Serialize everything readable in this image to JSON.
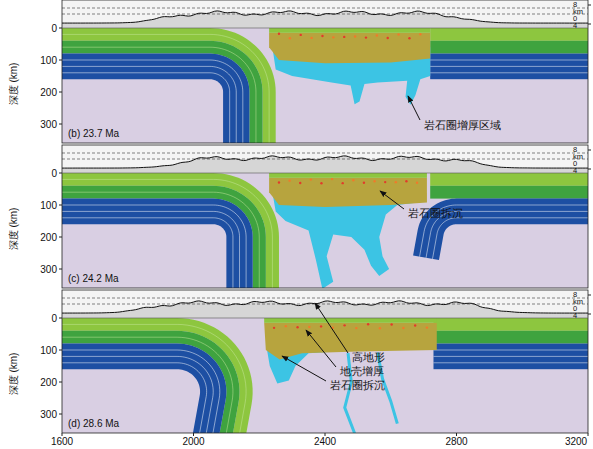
{
  "diagram": {
    "labels": [
      "8",
      "km",
      "0",
      "4",
      "0",
      "100",
      "200",
      "300",
      "深度 (km)",
      "(b) 23.7 Ma",
      "岩石圈增厚区域",
      "8",
      "km",
      "0",
      "4",
      "0",
      "100",
      "200",
      "300",
      "深度 (km)",
      "(c) 24.2 Ma",
      "岩石圈拆沉",
      "8",
      "km",
      "0",
      "4",
      "0",
      "100",
      "200",
      "300",
      "深度 (km)",
      "(d) 28.6 Ma",
      "高地形",
      "地壳增厚",
      "岩石圈拆沉",
      "1600",
      "2000",
      "2400",
      "2800",
      "3200"
    ]
  }
}
